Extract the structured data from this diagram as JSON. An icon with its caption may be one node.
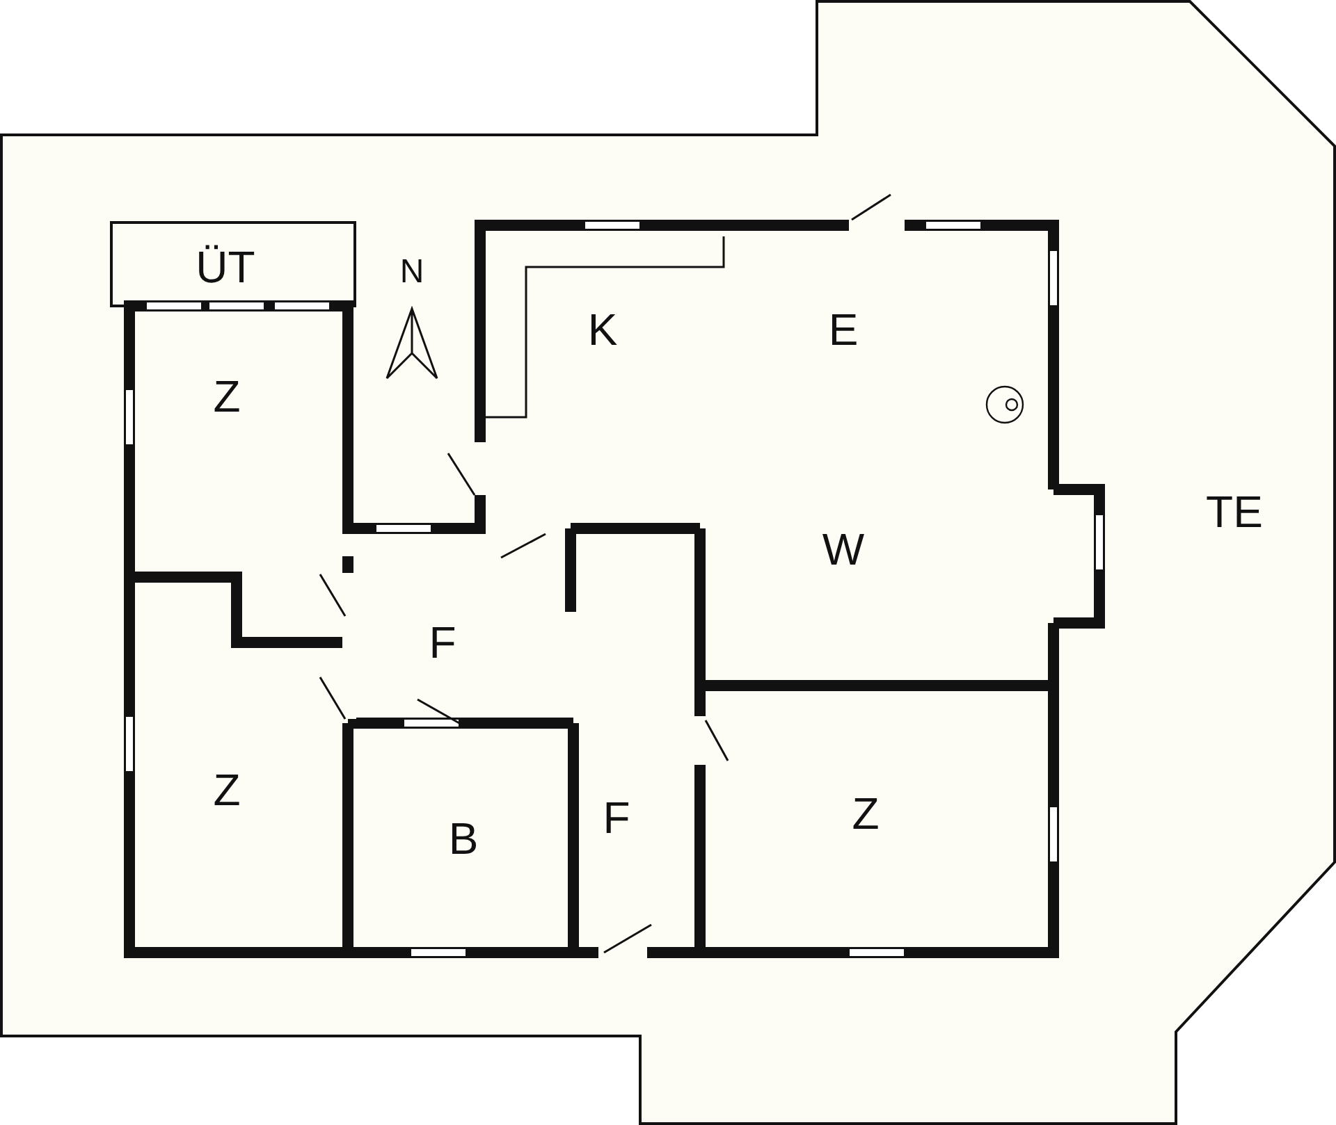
{
  "diagram": {
    "labels": [
      "ÜT",
      "N",
      "K",
      "E",
      "Z",
      "TE",
      "W",
      "F",
      "Z",
      "B",
      "F",
      "Z"
    ]
  }
}
